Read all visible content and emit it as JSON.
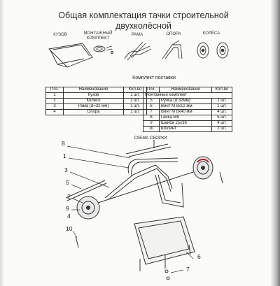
{
  "title_line1": "Общая комплектация тачки строительной",
  "title_line2": "двухколёсной",
  "parts": {
    "body": "КУЗОВ",
    "mount_kit": "МОНТАЖНЫЙ\nКОМПЛЕКТ",
    "frame": "РАМА",
    "support": "ОПОРА",
    "wheels": "КОЛЁСА"
  },
  "table_caption": "Комплект поставки",
  "left_table": {
    "headers": [
      "Поз.",
      "Наименование",
      "Кол-во"
    ],
    "rows": [
      [
        "1",
        "Кузов",
        "1 шт."
      ],
      [
        "2",
        "Колесо",
        "2 шт."
      ],
      [
        "3",
        "Рама (d=32 мм)",
        "1 шт."
      ],
      [
        "4",
        "Опора",
        "1 шт."
      ]
    ]
  },
  "right_table": {
    "headers": [
      "Поз.",
      "Наименование",
      "Кол-во"
    ],
    "subheader": "Монтажный комплект",
    "rows": [
      [
        "5",
        "Ручка (d 32мм)",
        "2 шт."
      ],
      [
        "6",
        "Винт М 8x12 мм",
        "1 шт."
      ],
      [
        "7",
        "Винт М 8x40 мм",
        "4 шт."
      ],
      [
        "8",
        "Гайка М8",
        "5 шт."
      ],
      [
        "9",
        "Шайба 25x38",
        "4 шт."
      ],
      [
        "10",
        "Шплинт",
        "2 шт."
      ]
    ]
  },
  "scheme_caption": "СХЕМА СБОРКИ",
  "callouts": {
    "c8": "8",
    "c1": "1",
    "c3": "3",
    "c5": "5",
    "c2": "2",
    "c9": "9",
    "c4": "4",
    "c10": "10",
    "c6": "6",
    "c7": "7"
  }
}
